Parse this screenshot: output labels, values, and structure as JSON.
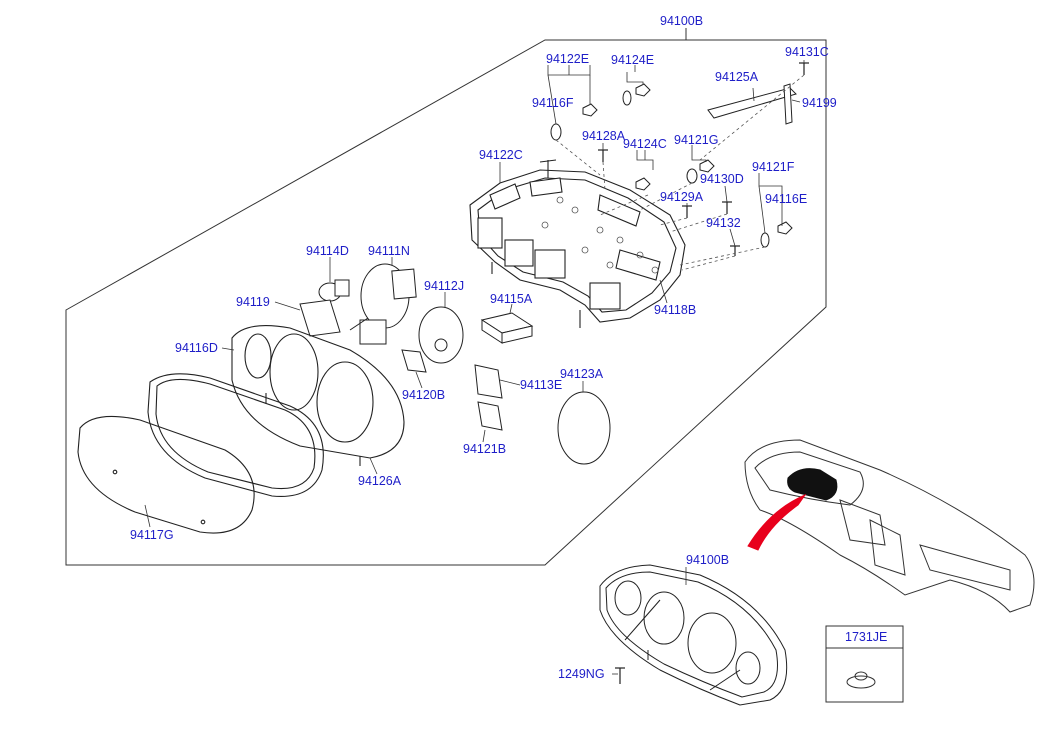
{
  "diagram": {
    "assembly_label": "94100B",
    "labels": {
      "p94100B_top": "94100B",
      "p94122E": "94122E",
      "p94124E": "94124E",
      "p94131C": "94131C",
      "p94116F": "94116F",
      "p94125A": "94125A",
      "p94199": "94199",
      "p94128A": "94128A",
      "p94124C": "94124C",
      "p94121G": "94121G",
      "p94122C": "94122C",
      "p94121F": "94121F",
      "p94130D": "94130D",
      "p94129A": "94129A",
      "p94116E": "94116E",
      "p94132": "94132",
      "p94118B": "94118B",
      "p94114D": "94114D",
      "p94111N": "94111N",
      "p94112J": "94112J",
      "p94119": "94119",
      "p94115A": "94115A",
      "p94116D": "94116D",
      "p94120B": "94120B",
      "p94113E": "94113E",
      "p94123A": "94123A",
      "p94121B": "94121B",
      "p94126A": "94126A",
      "p94117G": "94117G",
      "p94100B_bottom": "94100B",
      "p1249NG": "1249NG",
      "p1731JE": "1731JE"
    },
    "colors": {
      "label": "#1e1ec8",
      "line": "#333333",
      "highlight_arrow": "#e8001c",
      "cluster_fill": "#111111"
    }
  }
}
